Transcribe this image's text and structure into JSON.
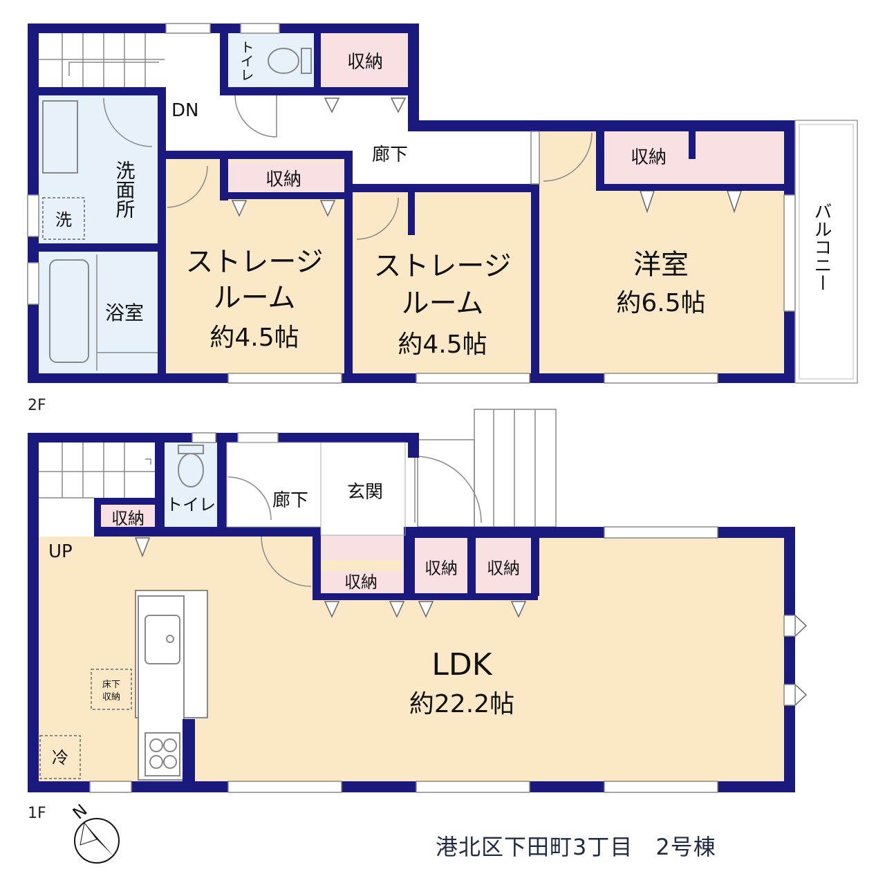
{
  "colors": {
    "wall": "#1a1a7e",
    "room": "#fbe8c6",
    "storage": "#f8e0e3",
    "wet": "#e6f1fa",
    "line": "#888888",
    "text": "#111111"
  },
  "floor_2f": {
    "label": "2F",
    "stairs_label": "DN",
    "toilet": "トイレ",
    "storage_top": "収納",
    "corridor": "廊下",
    "washroom": "洗面所",
    "washer": "洗",
    "bath": "浴室",
    "storage_room_left_line1": "ストレージ",
    "storage_room_left_line2": "ルーム",
    "storage_room_left_size": "約4.5帖",
    "storage_room_left_closet": "収納",
    "storage_room_mid_line1": "ストレージ",
    "storage_room_mid_line2": "ルーム",
    "storage_room_mid_size": "約4.5帖",
    "western_room": "洋室",
    "western_room_size": "約6.5帖",
    "western_room_closet": "収納",
    "balcony": "バルコニー"
  },
  "floor_1f": {
    "label": "1F",
    "stairs_label": "UP",
    "stair_storage": "収納",
    "toilet": "トイレ",
    "corridor": "廊下",
    "entrance": "玄関",
    "storage_a": "収納",
    "storage_b": "収納",
    "storage_c": "収納",
    "ldk": "LDK",
    "ldk_size": "約22.2帖",
    "underfloor_line1": "床下",
    "underfloor_line2": "収納",
    "fridge": "冷"
  },
  "compass": {
    "north": "N"
  },
  "caption": "港北区下田町3丁目　2号棟"
}
